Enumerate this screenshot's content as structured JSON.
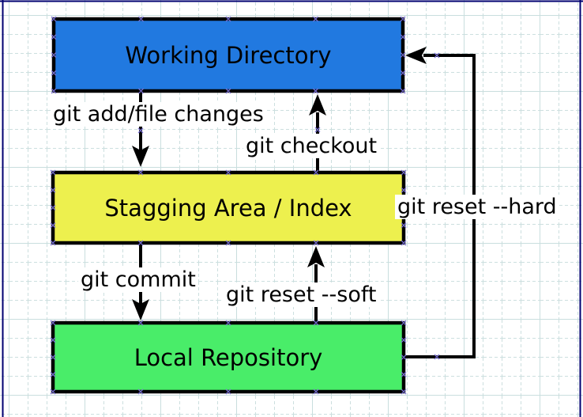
{
  "canvas": {
    "background": "#ffffff",
    "grid_minor_color": "#ccdfdf",
    "grid_major_color": "#c9dede",
    "frame_color": "#000070",
    "handle_color": "#7b72d8",
    "edge_color": "#000000"
  },
  "nodes": [
    {
      "id": "working-directory",
      "label": "Working Directory",
      "fill": "#2179e0"
    },
    {
      "id": "staging-area",
      "label": "Stagging Area / Index",
      "fill": "#edf04e"
    },
    {
      "id": "local-repository",
      "label": "Local Repository",
      "fill": "#49ed69"
    }
  ],
  "edges": [
    {
      "id": "git-add",
      "label": "git add/file changes",
      "from": "working-directory",
      "to": "staging-area",
      "direction": "down"
    },
    {
      "id": "git-checkout",
      "label": "git checkout",
      "from": "staging-area",
      "to": "working-directory",
      "direction": "up"
    },
    {
      "id": "git-commit",
      "label": "git commit",
      "from": "staging-area",
      "to": "local-repository",
      "direction": "down"
    },
    {
      "id": "git-reset-soft",
      "label": "git reset --soft",
      "from": "local-repository",
      "to": "staging-area",
      "direction": "up"
    },
    {
      "id": "git-reset-hard",
      "label": "git reset --hard",
      "from": "local-repository",
      "to": "working-directory",
      "direction": "right-up"
    }
  ]
}
